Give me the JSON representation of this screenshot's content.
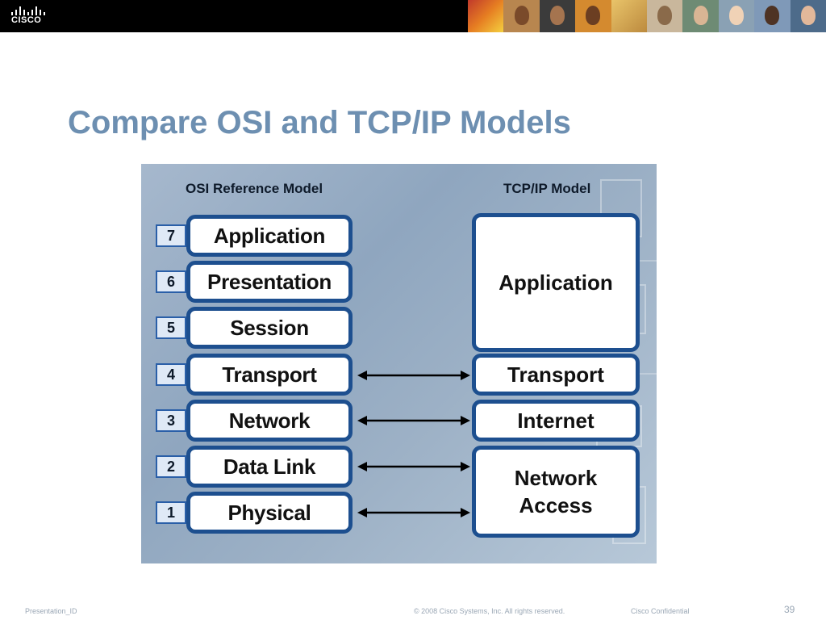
{
  "header": {
    "logo_text": "CISCO",
    "photo_count": 10
  },
  "slide": {
    "title": "Compare OSI and TCP/IP Models"
  },
  "diagram": {
    "osi_title": "OSI Reference Model",
    "tcpip_title": "TCP/IP Model",
    "osi_layers": [
      {
        "number": "7",
        "name": "Application"
      },
      {
        "number": "6",
        "name": "Presentation"
      },
      {
        "number": "5",
        "name": "Session"
      },
      {
        "number": "4",
        "name": "Transport"
      },
      {
        "number": "3",
        "name": "Network"
      },
      {
        "number": "2",
        "name": "Data Link"
      },
      {
        "number": "1",
        "name": "Physical"
      }
    ],
    "tcpip_layers": [
      {
        "name": "Application"
      },
      {
        "name": "Transport"
      },
      {
        "name": "Internet"
      },
      {
        "name_line1": "Network",
        "name_line2": "Access"
      }
    ],
    "colors": {
      "layer_border": "#1d4f8f",
      "background": "#9db1c6",
      "title": "#6d8fb1"
    }
  },
  "footer": {
    "presentation_id": "Presentation_ID",
    "copyright": "© 2008 Cisco Systems, Inc. All rights reserved.",
    "confidential": "Cisco Confidential",
    "page_number": "39"
  }
}
